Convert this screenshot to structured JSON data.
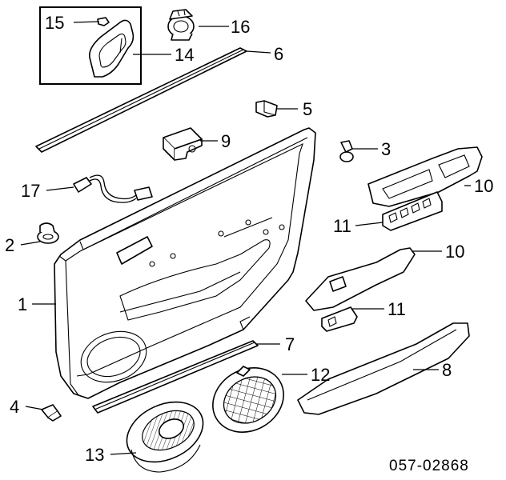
{
  "diagram": {
    "reference_code": "057-02868",
    "callouts": [
      {
        "id": "c15",
        "label": "15"
      },
      {
        "id": "c16",
        "label": "16"
      },
      {
        "id": "c14",
        "label": "14"
      },
      {
        "id": "c6",
        "label": "6"
      },
      {
        "id": "c5",
        "label": "5"
      },
      {
        "id": "c9",
        "label": "9"
      },
      {
        "id": "c3",
        "label": "3"
      },
      {
        "id": "c17",
        "label": "17"
      },
      {
        "id": "c10a",
        "label": "10"
      },
      {
        "id": "c11a",
        "label": "11"
      },
      {
        "id": "c2",
        "label": "2"
      },
      {
        "id": "c10b",
        "label": "10"
      },
      {
        "id": "c1",
        "label": "1"
      },
      {
        "id": "c11b",
        "label": "11"
      },
      {
        "id": "c7",
        "label": "7"
      },
      {
        "id": "c12",
        "label": "12"
      },
      {
        "id": "c8",
        "label": "8"
      },
      {
        "id": "c4",
        "label": "4"
      },
      {
        "id": "c13",
        "label": "13"
      }
    ]
  }
}
